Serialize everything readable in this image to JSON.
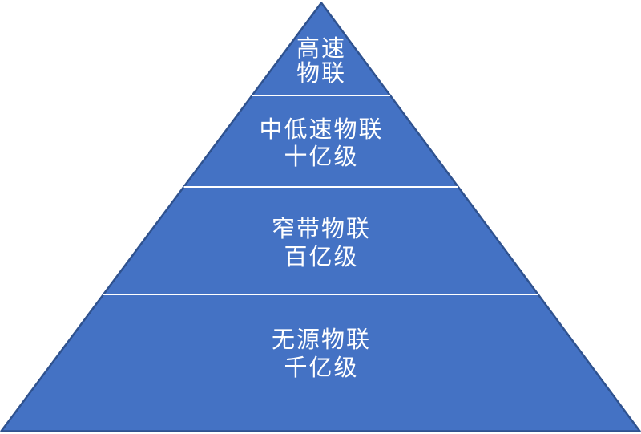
{
  "diagram": {
    "type": "pyramid",
    "levels": [
      {
        "label_line1": "高速",
        "label_line2": "物联"
      },
      {
        "label_line1": "中低速物联",
        "label_line2": "十亿级"
      },
      {
        "label_line1": "窄带物联",
        "label_line2": "百亿级"
      },
      {
        "label_line1": "无源物联",
        "label_line2": "千亿级"
      }
    ],
    "colors": {
      "fill": "#4472C4",
      "border": "#2F528F",
      "divider": "#FFFFFF",
      "text": "#FFFFFF"
    }
  }
}
